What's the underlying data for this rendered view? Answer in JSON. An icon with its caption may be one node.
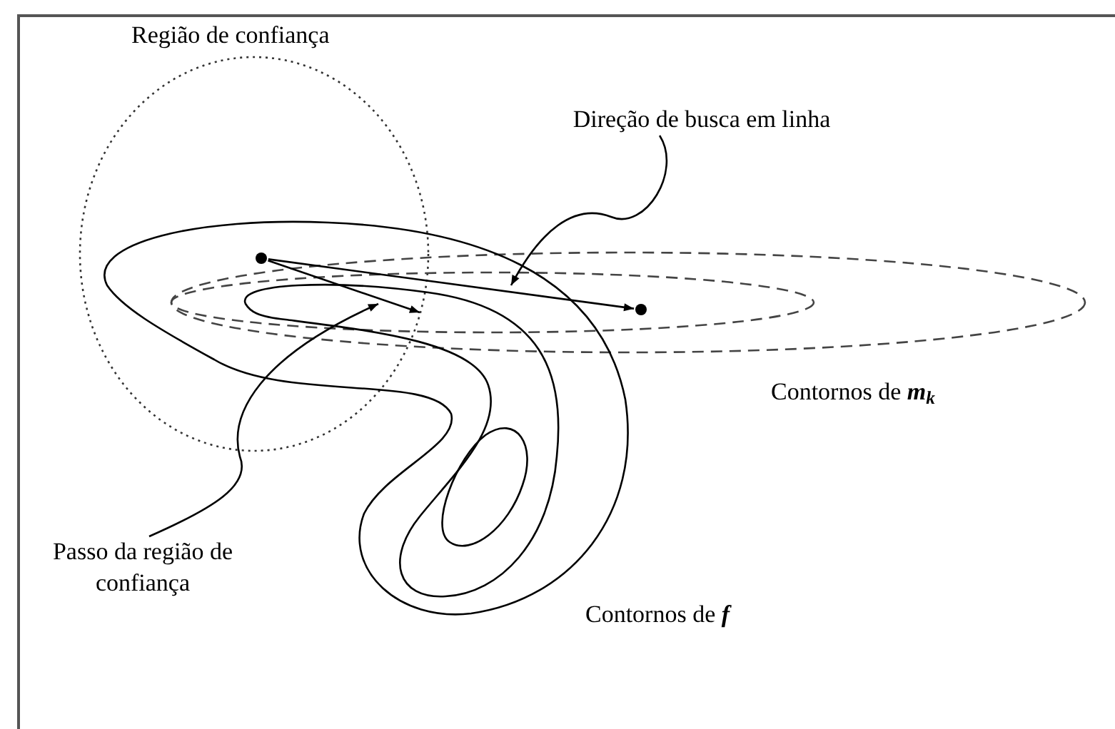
{
  "diagram": {
    "nodes": [
      {
        "text": [],
        "shape": "circle"
      },
      {
        "text": [],
        "shape": "circle"
      },
      {
        "text": [
          "Direção de busca em linha"
        ]
      },
      {
        "text": [
          "Passo da região de confiança"
        ]
      }
    ],
    "edges": [
      {
        "from": 0,
        "to": 1,
        "arrow": "to"
      },
      {
        "from": 0,
        "to": null,
        "arrow": "to"
      },
      {
        "from": 2,
        "to": null,
        "arrow": "to"
      },
      {
        "from": 3,
        "to": null,
        "arrow": "to"
      }
    ],
    "labels": [
      "Região de confiança",
      "Contornos de **m**$_{k}$",
      "Contornos de **f**"
    ]
  }
}
